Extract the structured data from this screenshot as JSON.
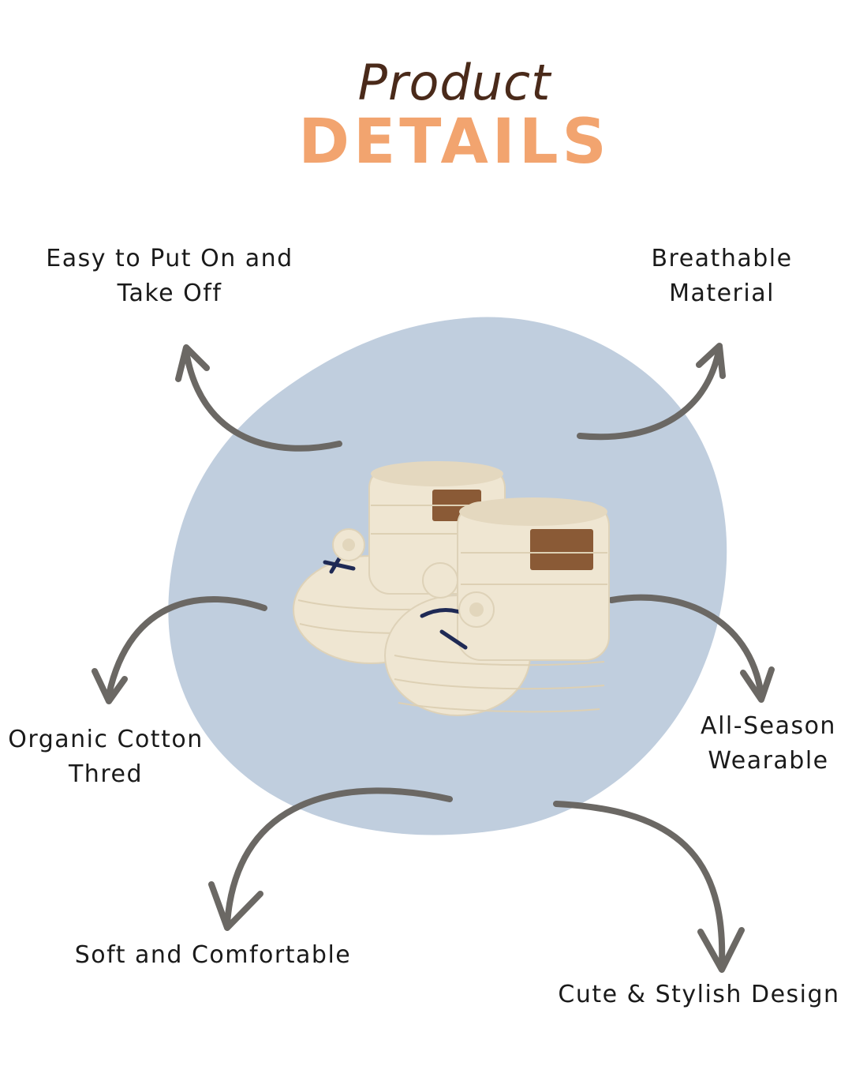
{
  "title": {
    "script": "Product",
    "main": "DETAILS"
  },
  "features": [
    {
      "id": "easy",
      "text": "Easy to Put On and\nTake Off"
    },
    {
      "id": "breathable",
      "text": "Breathable\nMaterial"
    },
    {
      "id": "organic",
      "text": "Organic Cotton\nThred"
    },
    {
      "id": "season",
      "text": "All-Season\nWearable"
    },
    {
      "id": "soft",
      "text": "Soft and Comfortable"
    },
    {
      "id": "cute",
      "text": "Cute & Stylish Design"
    }
  ],
  "colors": {
    "blob": "#c0cede",
    "arrow": "#6b6864",
    "title_script": "#4a2a1a",
    "title_main": "#f2a46f",
    "bootie": "#efe6d2",
    "stitch": "#1f2a55",
    "label": "#8a5a36"
  }
}
